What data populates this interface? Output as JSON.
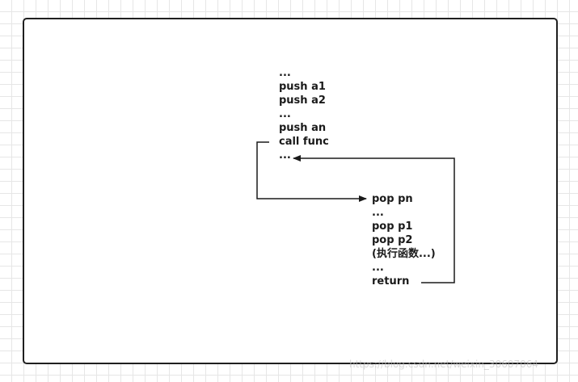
{
  "caller": {
    "lines": [
      "...",
      "push a1",
      "push a2",
      "...",
      "push an",
      "call func",
      "..."
    ]
  },
  "callee": {
    "lines": [
      "pop pn",
      "...",
      "pop p1",
      "pop p2",
      "(执行函数...)",
      "...",
      "return"
    ]
  },
  "watermark": "https://blog.csdn.net/weixin_30607064"
}
